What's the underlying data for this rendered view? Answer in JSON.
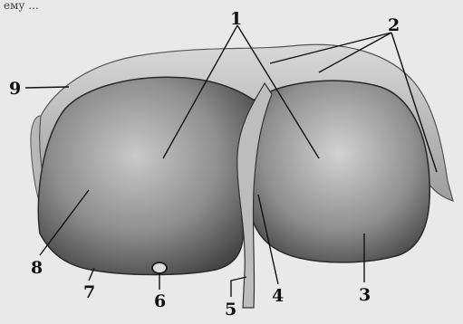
{
  "top_partial_text": "ему ...",
  "labels": {
    "l1": "1",
    "l2": "2",
    "l3": "3",
    "l4": "4",
    "l5": "5",
    "l6": "6",
    "l7": "7",
    "l8": "8",
    "l9": "9"
  }
}
